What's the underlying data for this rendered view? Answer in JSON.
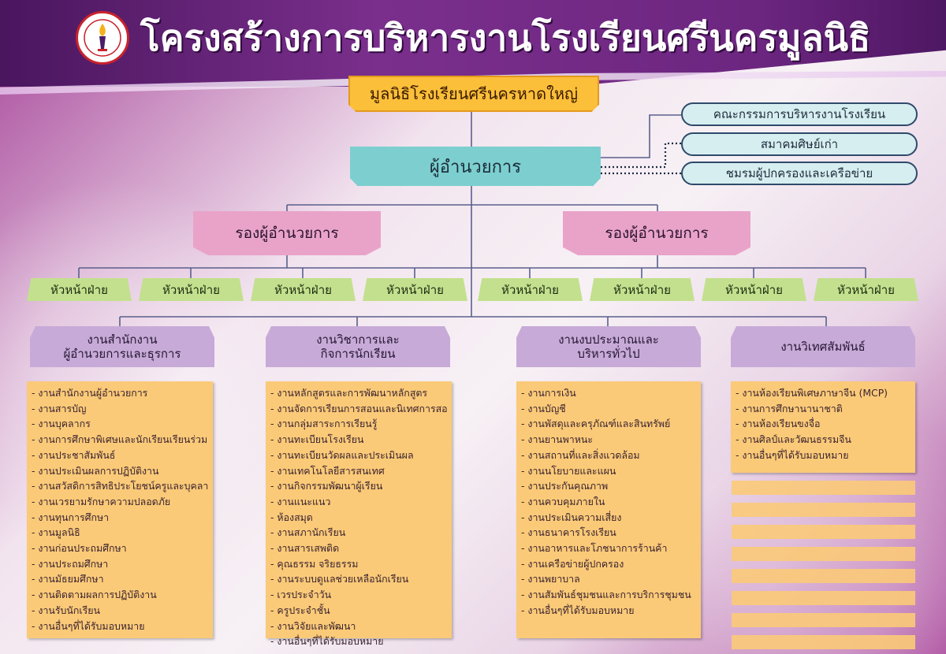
{
  "title": "โครงสร้างการบริหารงานโรงเรียนศรีนครมูลนิธิ",
  "foundation": "มูลนิธิโรงเรียนศรีนครหาดใหญ่",
  "director": "ผู้อำนวยการ",
  "side_boxes": [
    "คณะกรรมการบริหารงานโรงเรียน",
    "สมาคมศิษย์เก่า",
    "ชมรมผู้ปกครองและเครือข่าย"
  ],
  "deputies": [
    "รองผู้อำนวยการ",
    "รองผู้อำนวยการ"
  ],
  "heads": [
    "หัวหน้าฝ่าย",
    "หัวหน้าฝ่าย",
    "หัวหน้าฝ่าย",
    "หัวหน้าฝ่าย",
    "หัวหน้าฝ่าย",
    "หัวหน้าฝ่าย",
    "หัวหน้าฝ่าย",
    "หัวหน้าฝ่าย"
  ],
  "departments": [
    {
      "line1": "งานสำนักงาน",
      "line2": "ผู้อำนวยการและธุรการ",
      "items": [
        "- งานสำนักงานผู้อำนวยการ",
        "- งานสารบัญ",
        "- งานบุคลากร",
        "- งานการศึกษาพิเศษและนักเรียนเรียนร่วม",
        "- งานประชาสัมพันธ์",
        "- งานประเมินผลการปฏิบัติงาน",
        "- งานสวัสดิการสิทธิประโยชน์ครูและบุคลากร",
        "- งานเวรยามรักษาความปลอดภัย",
        "- งานทุนการศึกษา",
        "- งานมูลนิธิ",
        "- งานก่อนประถมศึกษา",
        "- งานประถมศึกษา",
        "- งานมัธยมศึกษา",
        "- งานติดตามผลการปฏิบัติงาน",
        "- งานรับนักเรียน",
        "- งานอื่นๆที่ได้รับมอบหมาย"
      ]
    },
    {
      "line1": "งานวิชาการและ",
      "line2": "กิจการนักเรียน",
      "items": [
        "- งานหลักสูตรและการพัฒนาหลักสูตร",
        "- งานจัดการเรียนการสอนและนิเทศการสอน",
        "- งานกลุ่มสาระการเรียนรู้",
        "- งานทะเบียนโรงเรียน",
        "- งานทะเบียนวัดผลและประเมินผล",
        "- งานเทคโนโลยีสารสนเทศ",
        "- งานกิจกรรมพัฒนาผู้เรียน",
        "- งานแนะแนว",
        "- ห้องสมุด",
        "- งานสภานักเรียน",
        "- งานสารเสพติด",
        "- คุณธรรม จริยธรรม",
        "- งานระบบดูแลช่วยเหลือนักเรียน",
        "- เวรประจำวัน",
        "- ครูประจำชั้น",
        "- งานวิจัยและพัฒนา",
        "- งานอื่นๆที่ได้รับมอบหมาย"
      ]
    },
    {
      "line1": "งานงบประมาณและ",
      "line2": "บริหารทั่วไป",
      "items": [
        "- งานการเงิน",
        "- งานบัญชี",
        "- งานพัสดุและครุภัณฑ์และสินทรัพย์",
        "- งานยานพาหนะ",
        "- งานสถานที่และสิ่งแวดล้อม",
        "- งานนโยบายและแผน",
        "- งานประกันคุณภาพ",
        "- งานควบคุมภายใน",
        "- งานประเมินความเสี่ยง",
        "- งานธนาคารโรงเรียน",
        "- งานอาหารและโภชนาการร้านค้า",
        "- งานเครือข่ายผู้ปกครอง",
        "- งานพยาบาล",
        "- งานสัมพันธ์ชุมชนและการบริการชุมชน",
        "- งานอื่นๆที่ได้รับมอบหมาย"
      ]
    },
    {
      "line1": "งานวิเทศสัมพันธ์",
      "line2": "",
      "items": [
        "- งานห้องเรียนพิเศษภาษาจีน (MCP)",
        "- งานการศึกษานานาชาติ",
        "- งานห้องเรียนขงจื่อ",
        "- งานศิลป์และวัฒนธรรมจีน",
        "- งานอื่นๆที่ได้รับมอบหมาย"
      ]
    }
  ]
}
